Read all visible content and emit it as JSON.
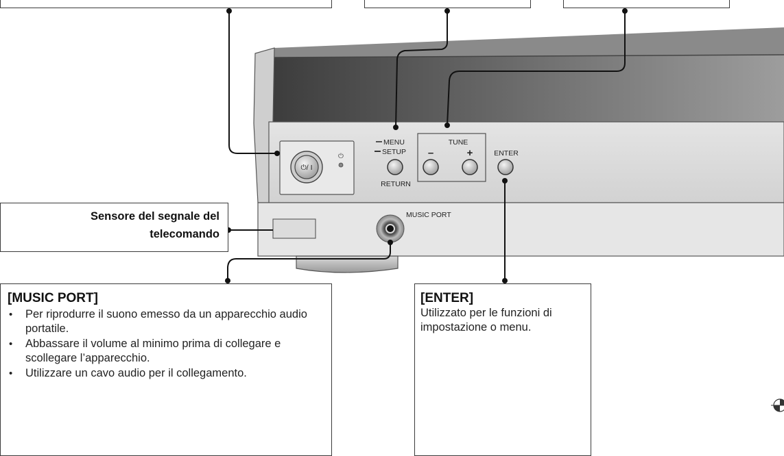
{
  "device_labels": {
    "menu": "MENU",
    "setup": "SETUP",
    "return": "RETURN",
    "tune": "TUNE",
    "minus": "–",
    "plus": "+",
    "enter": "ENTER",
    "power_button": "⏻/ I",
    "music_port": "MUSIC PORT"
  },
  "callouts": {
    "sensor": {
      "line1": "Sensore del segnale del",
      "line2": "telecomando"
    },
    "music_port": {
      "title": "[MUSIC PORT]",
      "bullets": [
        "Per riprodurre il suono emesso da un apparecchio audio portatile.",
        "Abbassare il volume al minimo prima di collegare e scollegare l’apparecchio.",
        "Utilizzare un cavo audio per il collegamento."
      ]
    },
    "enter": {
      "title": "[ENTER]",
      "text": "Utilizzato per le funzioni di impostazione o menu."
    }
  }
}
